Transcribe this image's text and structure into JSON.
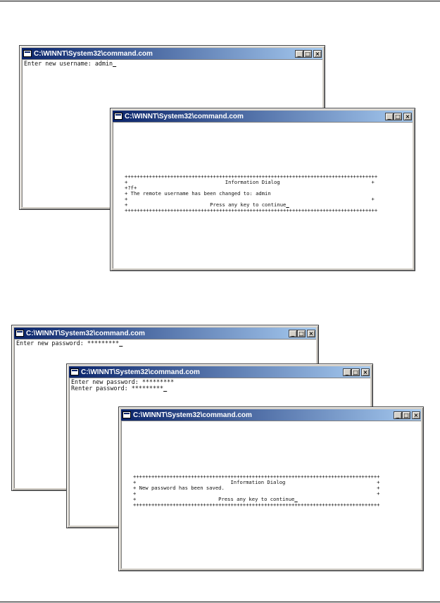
{
  "windows": {
    "title": "C:\\WINNT\\System32\\command.com",
    "buttons": {
      "minimize": "_",
      "maximize": "□",
      "close": "×"
    }
  },
  "w1": {
    "line1": "Enter new username: admin",
    "cursor": "_"
  },
  "w2": {
    "border": "+++++++++++++++++++++++++++++++++++++++++++++++++++++++++++++++++++++++++++++++++++",
    "title_line": "+                                Information Dialog                              +",
    "line_a": "+?f+",
    "line_b": "+ The remote username has been changed to: admin",
    "line_c": "+                                                                                +",
    "line_d": "+                           Press any key to continue",
    "cursor": "_"
  },
  "w3": {
    "line1": "Enter new password: *********",
    "cursor": "_"
  },
  "w4": {
    "line1": "Enter new password: *********",
    "line2": "Renter password: *********",
    "cursor": "_"
  },
  "w5": {
    "border": "+++++++++++++++++++++++++++++++++++++++++++++++++++++++++++++++++++++++++++++++++",
    "title_line": "+                               Information Dialog                              +",
    "line_a": "+ New password has been saved.                                                  +",
    "line_b": "+                                                                               +",
    "line_c": "+                           Press any key to continue",
    "cursor": "_"
  }
}
